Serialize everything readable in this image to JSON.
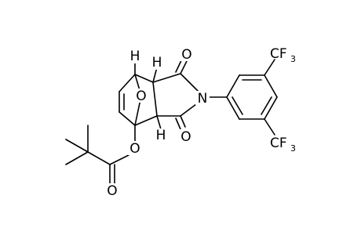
{
  "molecule": {
    "atoms": {
      "h_bridgehead": "H",
      "h_ring_top": "H",
      "h_ring_bottom": "H",
      "bridge_oxygen": "O",
      "carbonyl_o_top": "O",
      "carbonyl_o_bottom": "O",
      "imide_nitrogen": "N",
      "ester_oxygen": "O",
      "ester_carbonyl_o": "O"
    },
    "cf3_top": {
      "main": "CF",
      "sub": "3"
    },
    "cf3_bottom": {
      "main": "CF",
      "sub": "3"
    }
  }
}
